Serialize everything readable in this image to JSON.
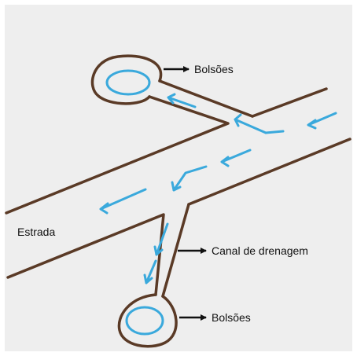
{
  "labels": {
    "pocket_top": "Bolsões",
    "pocket_bottom": "Bolsões",
    "road": "Estrada",
    "channel": "Canal de drenagem"
  },
  "colors": {
    "page_bg": "#ffffff",
    "panel_bg": "#eeeeee",
    "road_edge": "#5a3a26",
    "water": "#3aa9dc",
    "label_text": "#111111",
    "label_arrow": "#111111"
  }
}
